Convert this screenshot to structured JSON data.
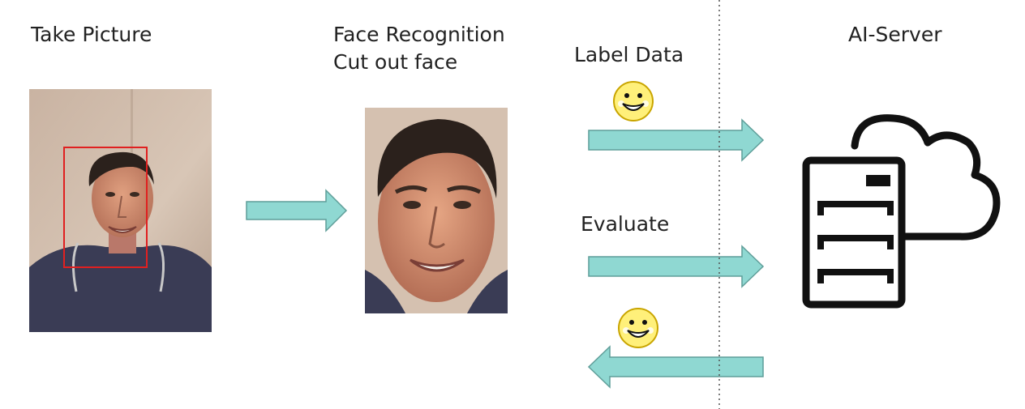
{
  "steps": {
    "take_picture": "Take Picture",
    "face_recognition": "Face Recognition",
    "cut_out_face": "Cut out face",
    "label_data": "Label Data",
    "evaluate": "Evaluate",
    "ai_server": "AI-Server"
  },
  "colors": {
    "arrow_fill": "#8fd8d2",
    "arrow_stroke": "#5f9e99",
    "face_box": "#e02020",
    "smiley_fill": "#fff07a",
    "server_stroke": "#111111",
    "divider": "#555555"
  },
  "icons": {
    "smiley": "smiley-face-icon",
    "server": "server-icon",
    "cloud": "cloud-icon"
  }
}
